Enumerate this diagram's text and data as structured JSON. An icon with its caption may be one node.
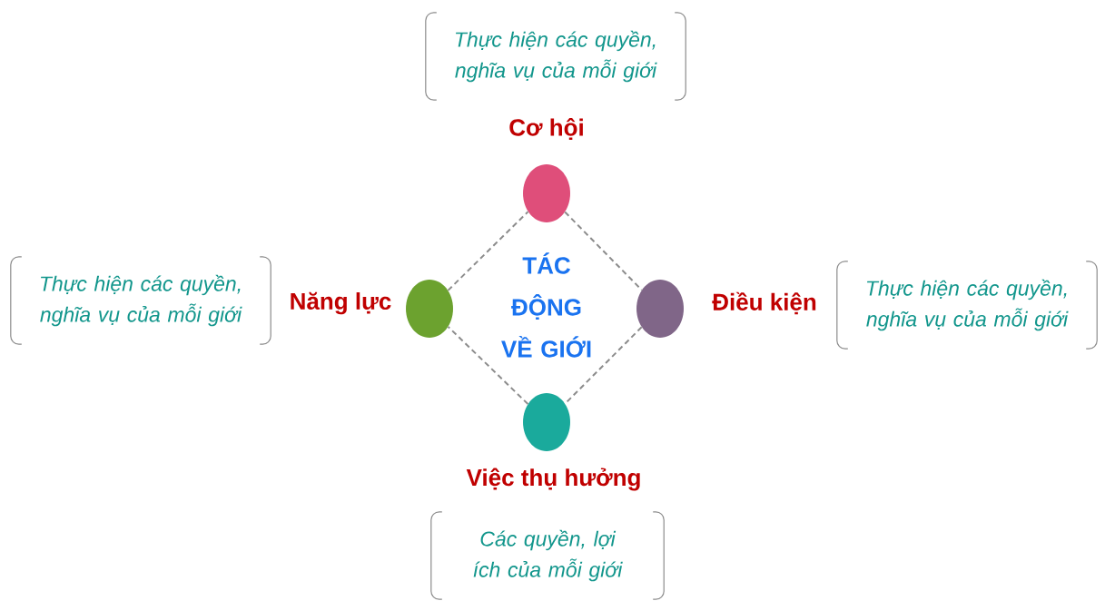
{
  "diagram": {
    "nodes": [
      {
        "text": [
          "Thực hiện các quyền, nghĩa vụ của mỗi giới"
        ]
      },
      {
        "text": [],
        "shape": "circle",
        "beside": [
          "Cơ hội"
        ]
      },
      {
        "text": [
          "Thực hiện các quyền, nghĩa vụ của mỗi giới"
        ]
      },
      {
        "text": [],
        "shape": "circle",
        "beside": [
          "Năng lực"
        ]
      },
      {
        "text": [],
        "shape": "circle",
        "beside": [
          "Điều kiện"
        ]
      },
      {
        "text": [
          "Thực hiện các quyền, nghĩa vụ của mỗi giới"
        ]
      },
      {
        "text": [],
        "shape": "circle",
        "beside": [
          "Việc thụ hưởng"
        ]
      },
      {
        "text": [
          "Các quyền, lợi ích của mỗi giới"
        ]
      }
    ],
    "edges": [
      {
        "from": 1,
        "to": 4,
        "arrow": "none",
        "style": "dashed"
      },
      {
        "from": 4,
        "to": 6,
        "arrow": "none",
        "style": "dashed"
      },
      {
        "from": 6,
        "to": 3,
        "arrow": "none",
        "style": "dashed"
      },
      {
        "from": 3,
        "to": 1,
        "arrow": "none",
        "style": "dashed"
      }
    ],
    "labels": [
      "TÁC ĐỘNG VỀ GIỚI"
    ]
  }
}
